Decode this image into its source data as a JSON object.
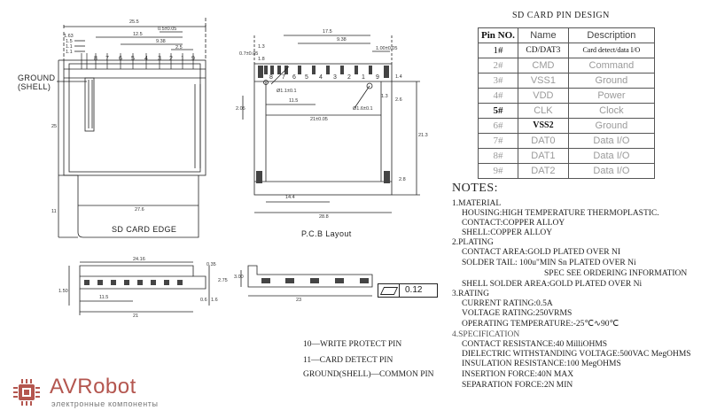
{
  "pin_table": {
    "title": "SD CARD PIN DESIGN",
    "headers": [
      "Pin NO.",
      "Name",
      "Description"
    ],
    "rows": [
      {
        "pin": "1#",
        "name": "CD/DAT3",
        "desc": "Card detect/data I/O",
        "style": "dark"
      },
      {
        "pin": "2#",
        "name": "CMD",
        "desc": "Command",
        "style": "gray"
      },
      {
        "pin": "3#",
        "name": "VSS1",
        "desc": "Ground",
        "style": "gray"
      },
      {
        "pin": "4#",
        "name": "VDD",
        "desc": "Power",
        "style": "gray"
      },
      {
        "pin": "5#",
        "name": "CLK",
        "desc": "Clock",
        "style": "mixed"
      },
      {
        "pin": "6#",
        "name": "VSS2",
        "desc": "Ground",
        "style": "mixed"
      },
      {
        "pin": "7#",
        "name": "DAT0",
        "desc": "Data I/O",
        "style": "gray"
      },
      {
        "pin": "8#",
        "name": "DAT1",
        "desc": "Data I/O",
        "style": "gray"
      },
      {
        "pin": "9#",
        "name": "DAT2",
        "desc": "Data I/O",
        "style": "gray"
      }
    ]
  },
  "notes": {
    "title": "NOTES:",
    "lines": [
      "1.MATERIAL",
      "HOUSING:HIGH TEMPERATURE THERMOPLASTIC.",
      "CONTACT:COPPER ALLOY",
      "SHELL:COPPER ALLOY",
      "2.PLATING",
      "CONTACT AREA:GOLD PLATED OVER NI",
      "SOLDER TAIL: 100u\"MIN Sn PLATED OVER Ni",
      "SPEC SEE ORDERING INFORMATION",
      "SHELL SOLDER AREA:GOLD PLATED OVER Ni",
      "3.RATING",
      "CURRENT RATING:0.5A",
      "VOLTAGE RATING:250VRMS",
      "OPERATING TEMPERATURE:-25℃∿90℃",
      "4.SPECIFICATION",
      "CONTACT RESISTANCE:40 MilliOHMS",
      "DIELECTRIC WITHSTANDING VOLTAGE:500VAC MegOHMS",
      "INSULATION RESISTANCE:100 MegOHMS",
      "INSERTION FORCE:40N MAX",
      "SEPARATION FORCE:2N MIN"
    ]
  },
  "pin_notes": [
    "10—WRITE PROTECT PIN",
    "11—CARD DETECT PIN",
    "GROUND(SHELL)—COMMON PIN"
  ],
  "drawing": {
    "ground_label_1": "GROUND",
    "ground_label_2": "(SHELL)",
    "card_edge_label": "SD CARD EDGE",
    "pcb_label": "P.C.B Layout",
    "front_pin_numbers": [
      "8",
      "7",
      "6",
      "5",
      "4",
      "3",
      "2",
      "1",
      "9"
    ],
    "pcb_pin_numbers": [
      "8",
      "7",
      "6",
      "5",
      "4",
      "3",
      "2",
      "1",
      "9"
    ],
    "dims_top": {
      "w_total": "25.5",
      "d1": "1.63",
      "d2": "1.5",
      "d3": "1.1",
      "d4": "1.1",
      "p1": "12.5",
      "p2": "9.38",
      "p3": "2.5",
      "p4": "0.5±0.05",
      "height": "25",
      "bottom": "27.6",
      "bottom_side": "11"
    },
    "dims_pcb": {
      "w1": "17.5",
      "w2": "9.38",
      "w3": "1.00±0.05",
      "l1": "1.3",
      "l2": "0.7±0.05",
      "l3": "1.8",
      "h1": "2.05",
      "h2": "11.5",
      "h3": "21±0.05",
      "h4": "1.3",
      "hole1": "Ø1.1±0.1",
      "hole2": "Ø1.6±0.1",
      "r1": "2.6",
      "r2": "1.4",
      "r3": "21.3",
      "b1": "14.4",
      "b2": "2.8",
      "bottom": "28.8"
    },
    "dims_side": {
      "w1": "24.16",
      "w2": "11.5",
      "w3": "21",
      "h1": "0.35",
      "h2": "1.50",
      "h3": "0.6",
      "h4": "1.6",
      "r1": "2.75",
      "r2": "3.00",
      "r3": "23"
    },
    "tolerance": "0.12"
  },
  "logo": {
    "name": "AVRobot",
    "subtitle": "электронные компоненты"
  },
  "colors": {
    "logo": "#b4564f",
    "line": "#222222",
    "gray_text": "#9a9a9a"
  }
}
